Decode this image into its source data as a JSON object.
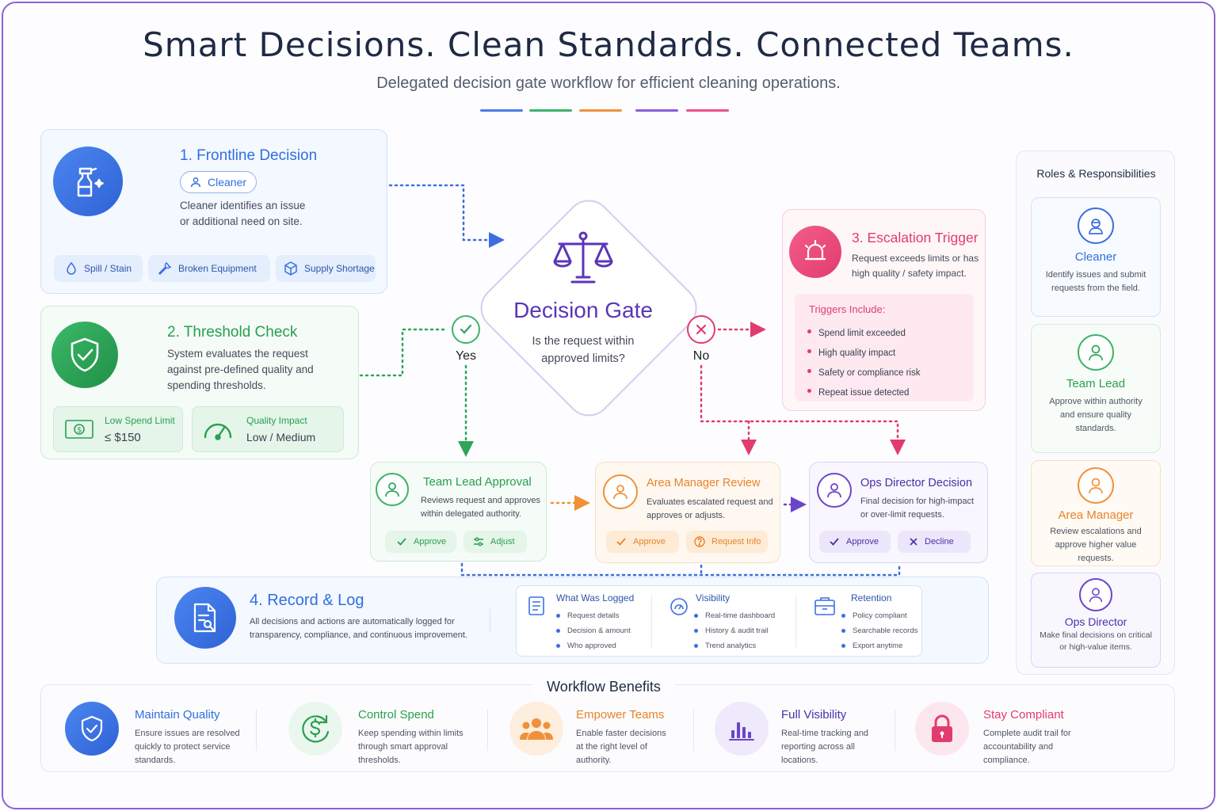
{
  "header": {
    "title": "Smart Decisions. Clean Standards. Connected Teams.",
    "subtitle": "Delegated decision gate workflow for efficient cleaning operations.",
    "divider_colors": [
      "#4a7be8",
      "#3db36a",
      "#f0913a",
      "#8a5bd8",
      "#ec4f86"
    ]
  },
  "frontline": {
    "title": "1. Frontline Decision",
    "role_badge": "Cleaner",
    "desc": "Cleaner identifies an issue or additional need on site.",
    "tags": [
      "Spill / Stain",
      "Broken Equipment",
      "Supply Shortage"
    ],
    "color": "#2f6fe0"
  },
  "threshold": {
    "title": "2. Threshold Check",
    "desc": "System evaluates the request against pre-defined quality and spending thresholds.",
    "spend_label": "Low Spend Limit",
    "spend_value": "≤ $150",
    "quality_label": "Quality Impact",
    "quality_value": "Low / Medium",
    "color": "#27a04f"
  },
  "gate": {
    "title": "Decision Gate",
    "question": "Is the request within approved limits?",
    "yes_label": "Yes",
    "no_label": "No",
    "color": "#5b35b8"
  },
  "escalation": {
    "title": "3. Escalation Trigger",
    "desc": "Request exceeds limits or has high quality / safety impact.",
    "triggers_heading": "Triggers Include:",
    "triggers": [
      "Spend limit exceeded",
      "High quality impact",
      "Safety or compliance risk",
      "Repeat issue detected"
    ],
    "color": "#e23c6e"
  },
  "approvals": {
    "team_lead": {
      "title": "Team Lead Approval",
      "desc": "Reviews request and approves within delegated authority.",
      "actions": [
        "Approve",
        "Adjust"
      ]
    },
    "area_manager": {
      "title": "Area Manager Review",
      "desc": "Evaluates escalated request and approves or adjusts.",
      "actions": [
        "Approve",
        "Request Info"
      ]
    },
    "ops_director": {
      "title": "Ops Director Decision",
      "desc": "Final decision for high-impact or over-limit requests.",
      "actions": [
        "Approve",
        "Decline"
      ]
    }
  },
  "record": {
    "title": "4. Record & Log",
    "desc": "All decisions and actions are automatically logged for transparency, compliance, and continuous improvement.",
    "columns": [
      {
        "heading": "What Was Logged",
        "items": [
          "Request details",
          "Decision & amount",
          "Who approved"
        ]
      },
      {
        "heading": "Visibility",
        "items": [
          "Real-time dashboard",
          "History & audit trail",
          "Trend analytics"
        ]
      },
      {
        "heading": "Retention",
        "items": [
          "Policy compliant",
          "Searchable records",
          "Export anytime"
        ]
      }
    ]
  },
  "roles": {
    "heading": "Roles & Responsibilities",
    "items": [
      {
        "title": "Cleaner",
        "desc": "Identify issues and submit requests from the field."
      },
      {
        "title": "Team Lead",
        "desc": "Approve within authority and ensure quality standards."
      },
      {
        "title": "Area Manager",
        "desc": "Review escalations and approve higher value requests."
      },
      {
        "title": "Ops Director",
        "desc": "Make final decisions on critical or high-value items."
      }
    ]
  },
  "benefits": {
    "heading": "Workflow Benefits",
    "items": [
      {
        "title": "Maintain Quality",
        "desc": "Ensure issues are resolved quickly to protect service standards."
      },
      {
        "title": "Control Spend",
        "desc": "Keep spending within limits through smart approval thresholds."
      },
      {
        "title": "Empower Teams",
        "desc": "Enable faster decisions at the right level of authority."
      },
      {
        "title": "Full Visibility",
        "desc": "Real-time tracking and reporting across all locations."
      },
      {
        "title": "Stay Compliant",
        "desc": "Complete audit trail for accountability and compliance."
      }
    ]
  }
}
